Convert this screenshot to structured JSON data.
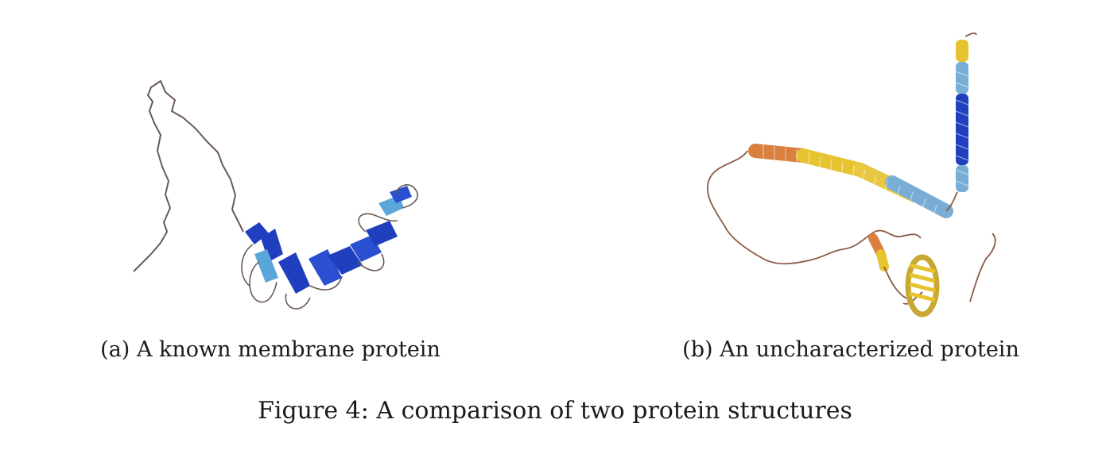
{
  "figure": {
    "number_label": "Figure 4:",
    "title": "A comparison of two protein structures",
    "panels": [
      {
        "tag": "(a)",
        "caption": "A known membrane protein"
      },
      {
        "tag": "(b)",
        "caption": "An uncharacterized protein"
      }
    ]
  },
  "colors": {
    "coil": "#6b5a55",
    "strand_dark": "#1f3fbf",
    "strand_light": "#5aa6d8",
    "helix_blue": "#2040c0",
    "helix_light": "#78aed6",
    "helix_yellow": "#e6c430",
    "helix_orange": "#d98040"
  }
}
